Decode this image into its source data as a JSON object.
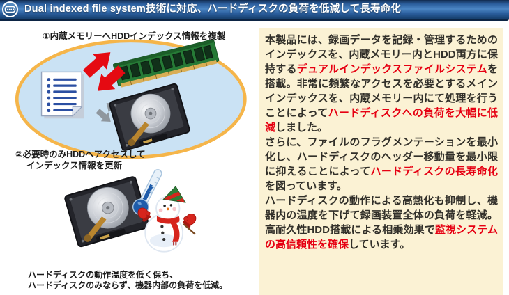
{
  "header": {
    "title": "Dual indexed file system技術に対応、ハードディスクの負荷を低減して長寿命化",
    "icon": "recorder-icon",
    "colors": {
      "bar_blue_light": "#4c86c4",
      "bar_blue_dark": "#163f6d",
      "bar_border": "#0c2444",
      "text": "#ffffff"
    }
  },
  "diagram": {
    "step1_label": "①内蔵メモリーへHDDインデックス情報を複製",
    "step2_label_line1": "②必要時のみHDDへアクセスして",
    "step2_label_line2": "インデックス情報を更新",
    "caption_line1": "ハードディスクの動作温度を低く保ち、",
    "caption_line2": "ハードディスクのみならず、機器内部の負荷を低減。",
    "icons": [
      "memory-module-icon",
      "index-document-icon",
      "red-copy-arrows-icon",
      "gray-sync-arrows-icon",
      "hdd-icon",
      "hdd-cool-icon",
      "thermometer-icon",
      "snowman-icon"
    ],
    "colors": {
      "ellipse_fill": "#cae2f4",
      "ellipse_border": "#f5b54a",
      "arrow_red": "#e50a12",
      "arrow_gray": "#8f979e"
    }
  },
  "article": {
    "p1": {
      "s1": "本製品には、録画データを記録・管理するためのインデックスを、内蔵メモリー内とHDD両方に保持する",
      "s2": "デュアルインデックスファイルシステム",
      "s3": "を搭載。非常に頻繁なアクセスを必要とするメインインデックスを、内蔵メモリー内にて処理を行うことによって",
      "s4": "ハードディスクへの負荷を大幅に低減",
      "s5": "しました。"
    },
    "p2": {
      "s1": "さらに、ファイルのフラグメンテーションを最小化し、ハードディスクのヘッダー移動量を最小限に抑えることによって",
      "s2": "ハードディスクの長寿命化",
      "s3": "を図っています。"
    },
    "p3": {
      "s1": "ハードディスクの動作による高熱化も抑制し、機器内の温度を下げて録画装置全体の負荷を軽減。高耐久性HDD搭載による相乗効果で",
      "s2": "監視システムの高信頼性を確保",
      "s3": "しています。"
    },
    "colors": {
      "panel_bg": "#fbf2d4",
      "text": "#32302a",
      "highlight_red": "#e60012"
    }
  }
}
